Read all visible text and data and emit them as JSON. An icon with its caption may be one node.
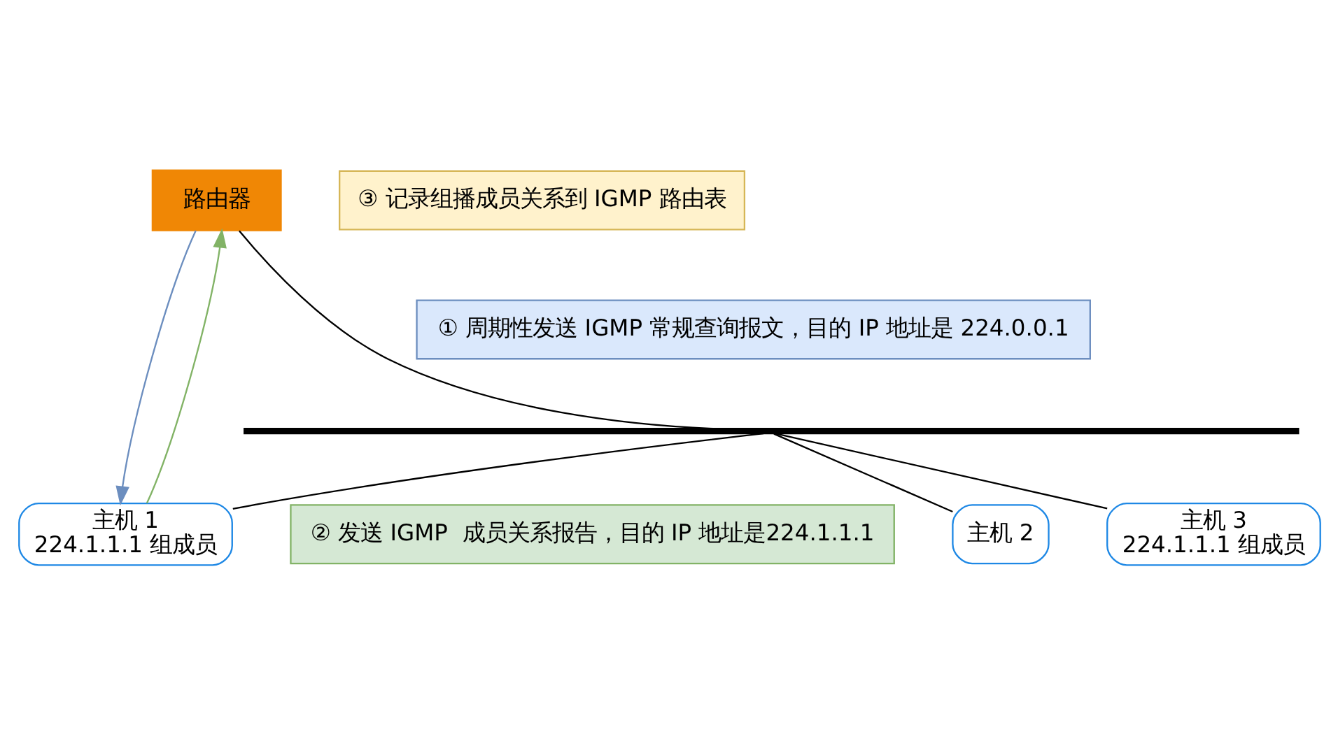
{
  "diagram": {
    "nodes": [
      {
        "text": [
          "路由器"
        ]
      },
      {
        "text": [
          "③ 记录组播成员关系到 IGMP 路由表"
        ]
      },
      {
        "text": [
          "① 周期性发送 IGMP 常规查询报文，目的 IP 地址是 224.0.0.1"
        ]
      },
      {
        "text": [],
        "shape": "bar"
      },
      {
        "text": [
          "② 发送 IGMP  成员关系报告，目的 IP 地址是224.1.1.1"
        ]
      },
      {
        "text": [
          "主机 1",
          "224.1.1.1 组成员"
        ]
      },
      {
        "text": [
          "主机 2"
        ]
      },
      {
        "text": [
          "主机 3",
          "224.1.1.1 组成员"
        ]
      }
    ],
    "edges": [
      {
        "from": 0,
        "to": 3,
        "arrow": "none"
      },
      {
        "from": 3,
        "to": 5,
        "arrow": "none"
      },
      {
        "from": 3,
        "to": 6,
        "arrow": "none"
      },
      {
        "from": 3,
        "to": 7,
        "arrow": "none"
      },
      {
        "from": 0,
        "to": 5,
        "arrow": "to",
        "color": "#6c8ebf"
      },
      {
        "from": 5,
        "to": 0,
        "arrow": "to",
        "color": "#82b366"
      }
    ]
  }
}
